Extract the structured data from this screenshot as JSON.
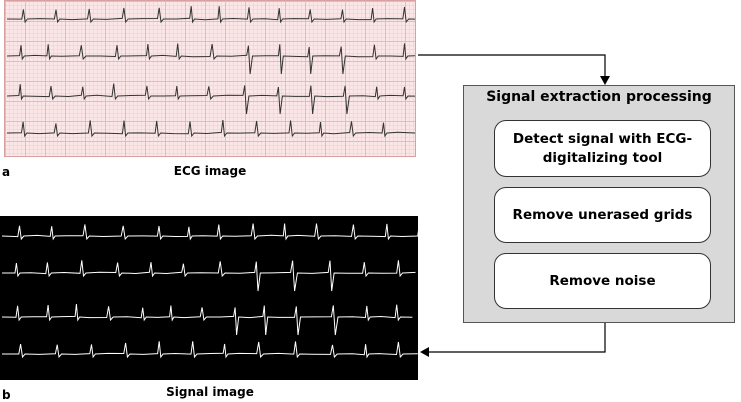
{
  "panel_a": {
    "letter": "a",
    "caption": "ECG image"
  },
  "panel_b": {
    "letter": "b",
    "caption": "Signal image"
  },
  "process": {
    "title": "Signal extraction processing",
    "steps": [
      "Detect signal with ECG-digitalizing tool",
      "Remove unerased grids",
      "Remove noise"
    ]
  },
  "colors": {
    "ecg_grid_major": "#f2b4b4",
    "ecg_background": "#fbe7e7",
    "ecg_trace": "#333333",
    "signal_background": "#000000",
    "signal_trace": "#ffffff",
    "process_box": "#d9d9d9",
    "step_box": "#ffffff"
  }
}
